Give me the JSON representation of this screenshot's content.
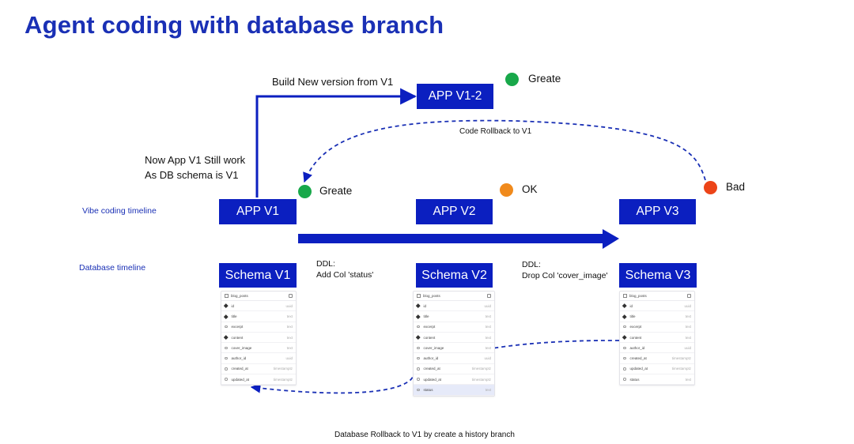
{
  "title": "Agent coding with database branch",
  "lanes": {
    "app": "Vibe coding timeline",
    "db": "Database timeline"
  },
  "apps": {
    "v1": "APP V1",
    "v1_2": "APP V1-2",
    "v2": "APP V2",
    "v3": "APP V3"
  },
  "schemas": {
    "v1": "Schema V1",
    "v2": "Schema V2",
    "v3": "Schema V3"
  },
  "statuses": {
    "v1": {
      "label": "Greate",
      "color": "#18a84a"
    },
    "v1_2": {
      "label": "Greate",
      "color": "#18a84a"
    },
    "v2": {
      "label": "OK",
      "color": "#f08a1c"
    },
    "v3": {
      "label": "Bad",
      "color": "#ec4418"
    }
  },
  "notes": {
    "build": "Build New version from V1",
    "still_work_1": "Now App V1 Still work",
    "still_work_2": "As DB schema is V1",
    "code_rollback": "Code Rollback to V1",
    "ddl1_title": "DDL:",
    "ddl1_body": "Add Col 'status'",
    "ddl2_title": "DDL:",
    "ddl2_body": "Drop Col 'cover_image'",
    "db_rollback": "Database Rollback to V1 by create a history branch"
  },
  "tables": {
    "v1": {
      "name": "blog_posts",
      "rows": [
        {
          "name": "id",
          "type": "uuid",
          "key": true
        },
        {
          "name": "title",
          "type": "text",
          "key": true
        },
        {
          "name": "excerpt",
          "type": "text",
          "key": false
        },
        {
          "name": "content",
          "type": "text",
          "key": true
        },
        {
          "name": "cover_image",
          "type": "text",
          "key": false
        },
        {
          "name": "author_id",
          "type": "uuid",
          "key": false
        },
        {
          "name": "created_at",
          "type": "timestamptz",
          "key": false
        },
        {
          "name": "updated_at",
          "type": "timestamptz",
          "key": false
        }
      ]
    },
    "v2": {
      "name": "blog_posts",
      "rows": [
        {
          "name": "id",
          "type": "uuid",
          "key": true
        },
        {
          "name": "title",
          "type": "text",
          "key": true
        },
        {
          "name": "excerpt",
          "type": "text",
          "key": false
        },
        {
          "name": "content",
          "type": "text",
          "key": true
        },
        {
          "name": "cover_image",
          "type": "text",
          "key": false
        },
        {
          "name": "author_id",
          "type": "uuid",
          "key": false
        },
        {
          "name": "created_at",
          "type": "timestamptz",
          "key": false
        },
        {
          "name": "updated_at",
          "type": "timestamptz",
          "key": false
        },
        {
          "name": "status",
          "type": "text",
          "key": false,
          "highlight": true
        }
      ]
    },
    "v3": {
      "name": "blog_posts",
      "rows": [
        {
          "name": "id",
          "type": "uuid",
          "key": true
        },
        {
          "name": "title",
          "type": "text",
          "key": true
        },
        {
          "name": "excerpt",
          "type": "text",
          "key": false
        },
        {
          "name": "content",
          "type": "text",
          "key": true
        },
        {
          "name": "author_id",
          "type": "uuid",
          "key": false
        },
        {
          "name": "created_at",
          "type": "timestamptz",
          "key": false
        },
        {
          "name": "updated_at",
          "type": "timestamptz",
          "key": false
        },
        {
          "name": "status",
          "type": "text",
          "key": false
        }
      ]
    }
  },
  "colors": {
    "accent": "#0b1fc0",
    "title": "#1a30b5"
  }
}
